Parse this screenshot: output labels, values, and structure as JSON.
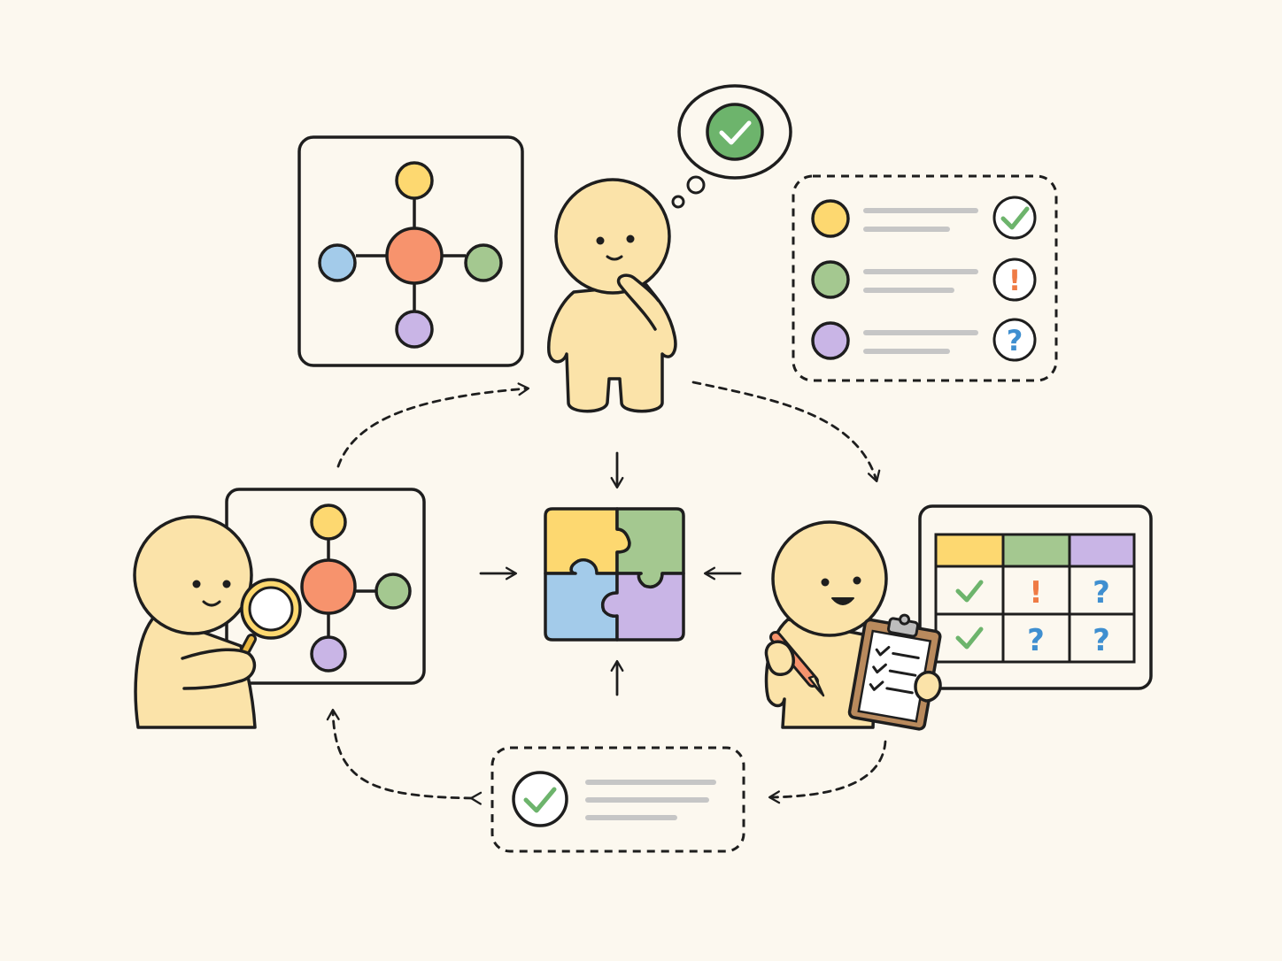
{
  "colors": {
    "background": "#fcf8ef",
    "outline": "#1e1e1e",
    "skin": "#fbe3a9",
    "yellow": "#fdd870",
    "orange": "#f7936d",
    "green": "#a4c890",
    "blue": "#a3cbea",
    "purple": "#c9b5e6",
    "check_green": "#6db46c",
    "warning_orange": "#ef7b45",
    "question_blue": "#3f8fd0",
    "text_line_gray": "#c6c6c6",
    "clipboard_brown": "#b98a5d"
  },
  "symbols": {
    "warning": "!",
    "question": "?"
  },
  "icons": {
    "check": "check-icon",
    "warning": "warning-icon",
    "question": "question-icon",
    "magnifier": "magnifier-icon",
    "pencil": "pencil-icon",
    "clipboard": "clipboard-icon",
    "puzzle": "puzzle-icon"
  },
  "status_list": [
    {
      "dot": "yellow",
      "status": "check"
    },
    {
      "dot": "green",
      "status": "warning"
    },
    {
      "dot": "purple",
      "status": "question"
    }
  ],
  "evaluation_table": {
    "header_colors": [
      "yellow",
      "green",
      "purple"
    ],
    "rows": [
      [
        "check",
        "warning",
        "question"
      ],
      [
        "check",
        "question",
        "question"
      ]
    ]
  }
}
